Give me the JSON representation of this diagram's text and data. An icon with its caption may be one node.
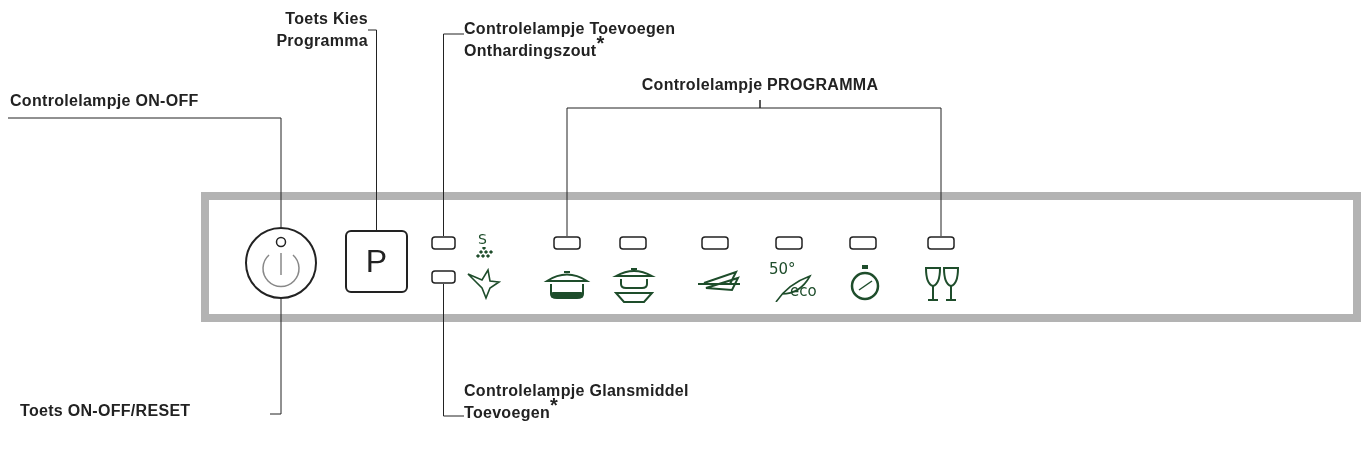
{
  "diagram": {
    "nodes": [
      {
        "text": [
          "Controlelampje ON-OFF"
        ]
      },
      {
        "text": [
          "Toets Kies Programma"
        ]
      },
      {
        "text": [
          "Controlelampje Toevoegen Onthardingszout$^{*}$"
        ]
      },
      {
        "text": [
          "Controlelampje PROGRAMMA"
        ]
      },
      {
        "text": [
          "Toets ON-OFF/RESET"
        ]
      },
      {
        "text": [
          "Controlelampje Glansmiddel Toevoegen$^{*}$"
        ]
      },
      {
        "text": [],
        "shape": "circle"
      },
      {
        "text": [
          "P"
        ]
      },
      {
        "text": [],
        "shape": "box"
      },
      {
        "text": [],
        "shape": "box"
      },
      {
        "text": [],
        "shape": "box"
      },
      {
        "text": [],
        "shape": "box"
      }
    ],
    "edges": [
      {
        "from": 0,
        "to": 6,
        "arrow": "none"
      },
      {
        "from": 1,
        "to": 7,
        "arrow": "none"
      },
      {
        "from": 2,
        "to": 8,
        "arrow": "none"
      },
      {
        "from": 3,
        "to": 10,
        "arrow": "none"
      },
      {
        "from": 3,
        "to": 11,
        "arrow": "none"
      },
      {
        "from": 4,
        "to": 6,
        "arrow": "none"
      },
      {
        "from": 5,
        "to": 9,
        "arrow": "none"
      }
    ],
    "labels": [
      "S",
      "50°",
      "eco"
    ]
  }
}
